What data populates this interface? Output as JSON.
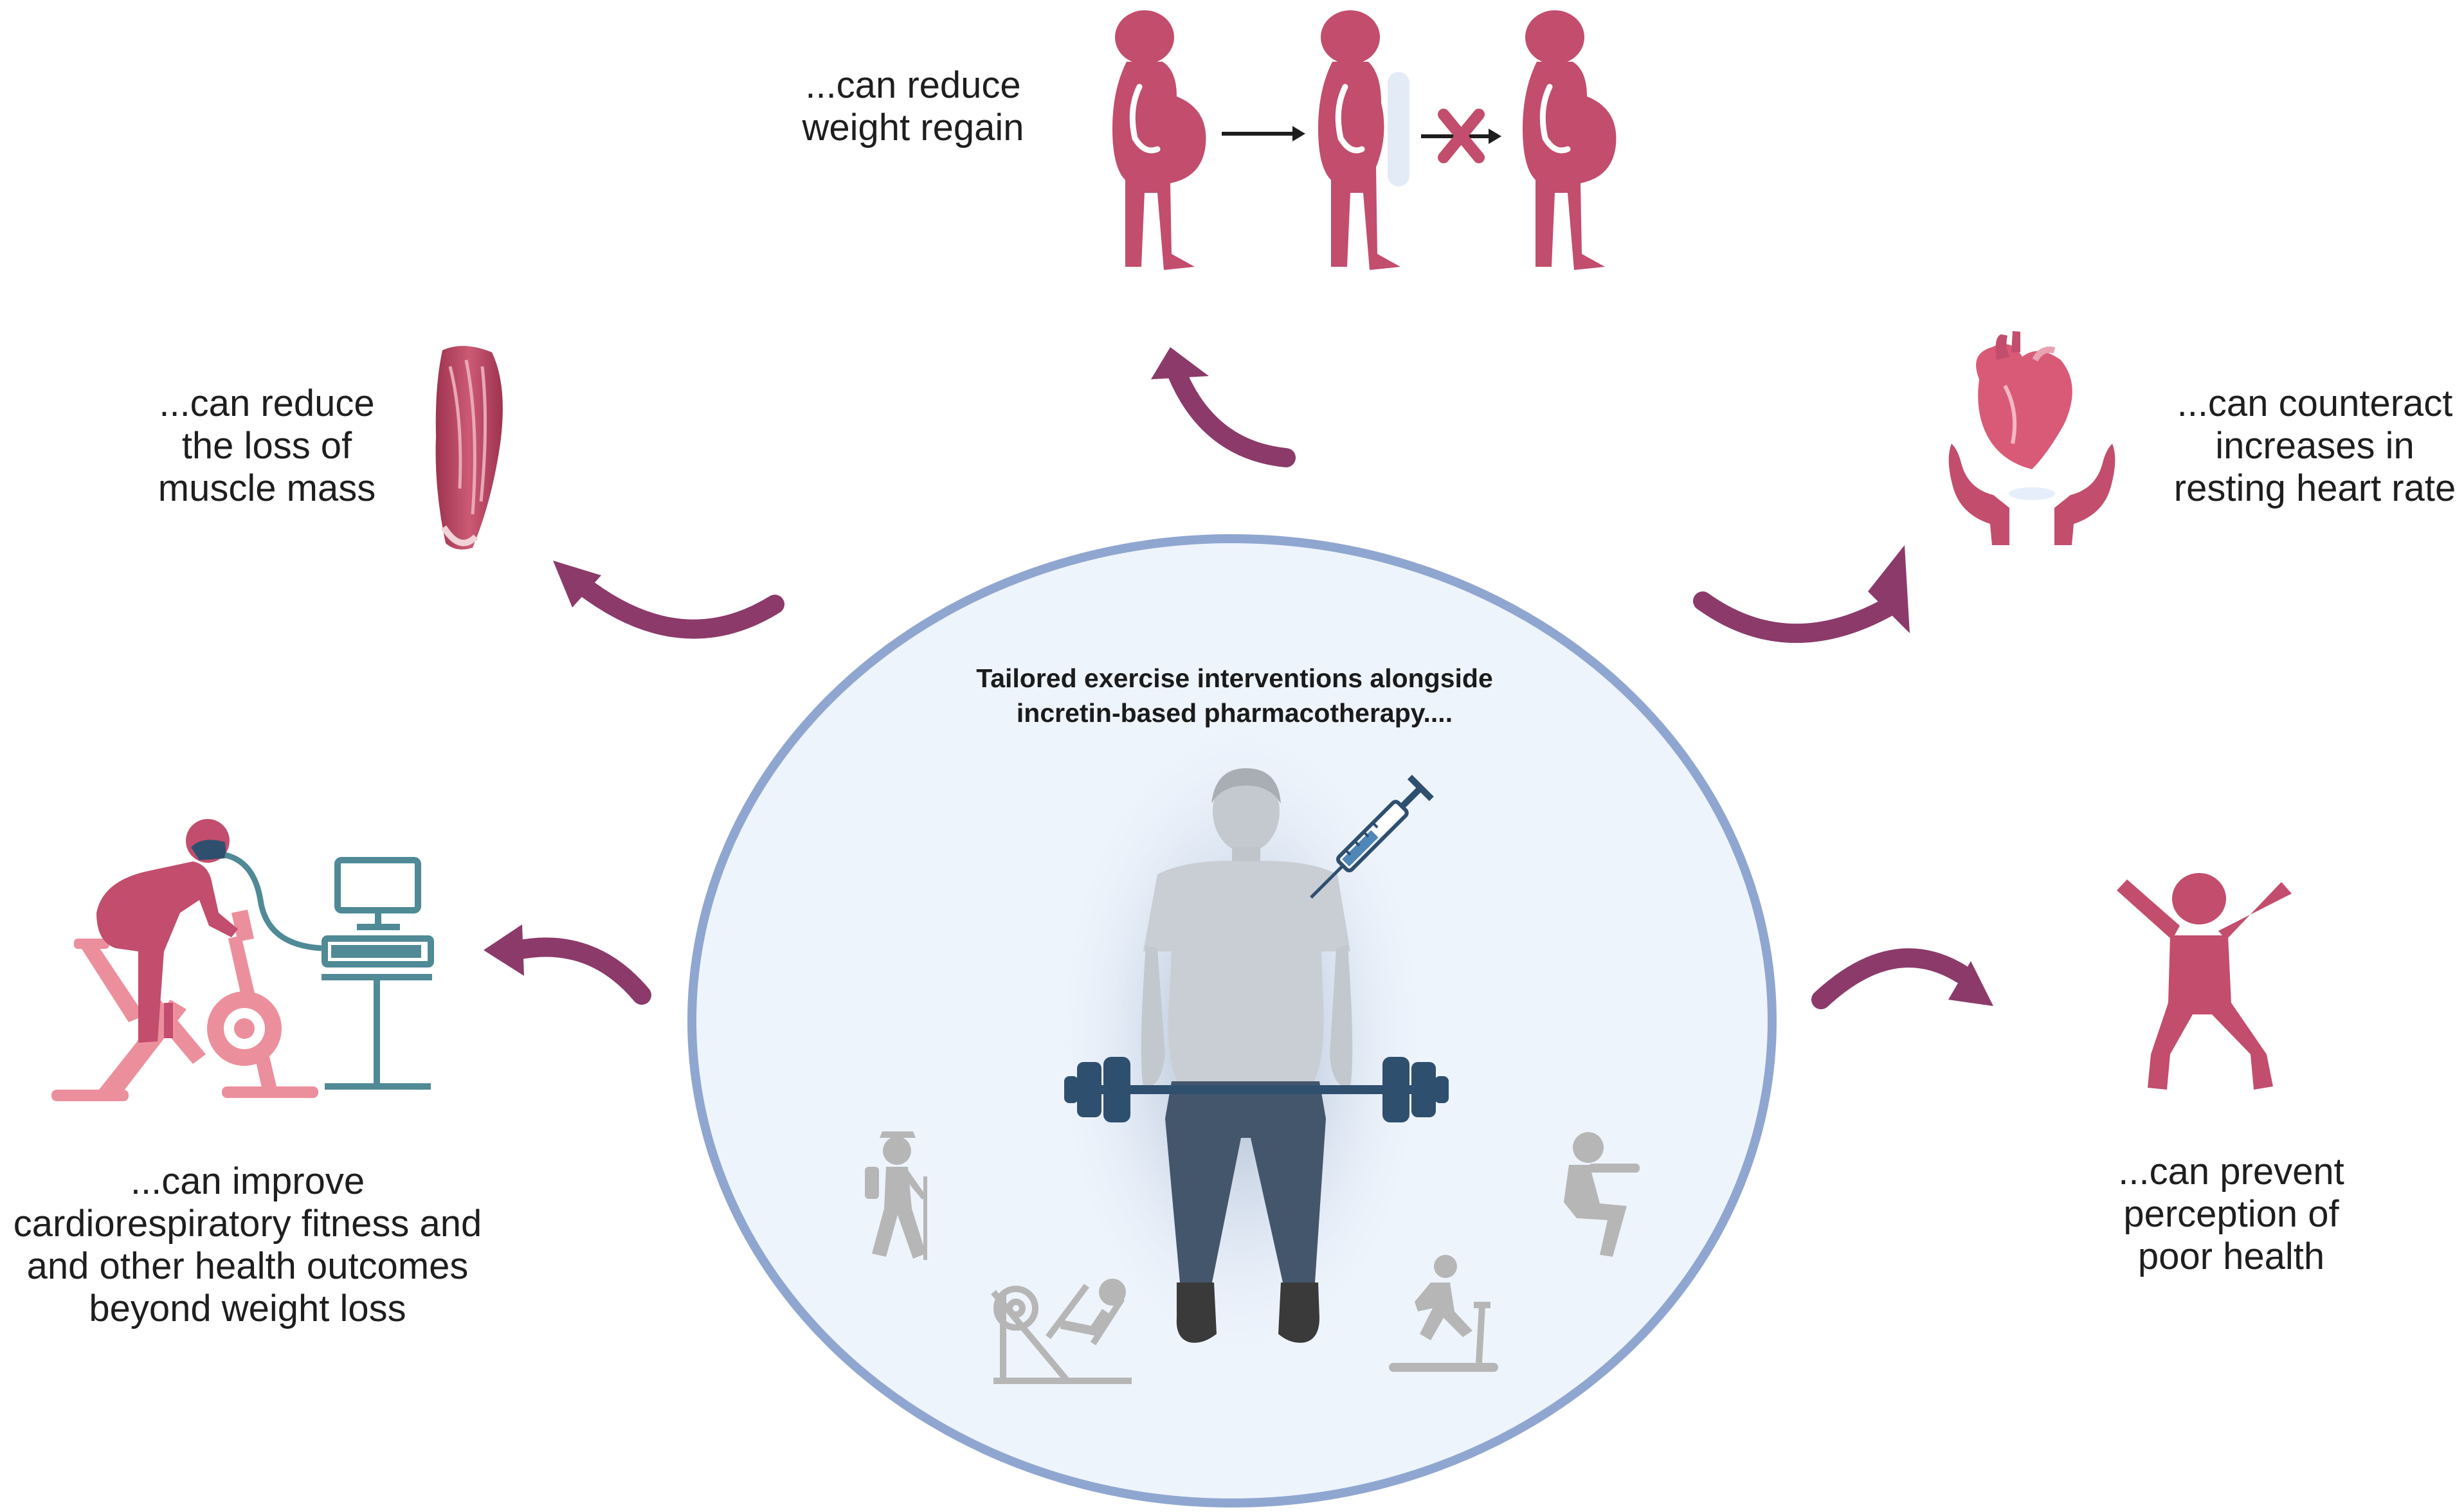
{
  "center": {
    "title_lines": [
      "Tailored exercise interventions alongside",
      "incretin-based pharmacotherapy...."
    ]
  },
  "outcomes": {
    "weight_regain": {
      "lines": [
        "...can reduce",
        "weight regain"
      ],
      "icon": "weight-regain-silhouettes"
    },
    "muscle_mass": {
      "lines": [
        "...can reduce",
        "the loss of",
        "muscle mass"
      ],
      "icon": "muscle-icon"
    },
    "heart_rate": {
      "lines": [
        "...can counteract",
        "increases in",
        "resting heart rate"
      ],
      "icon": "heart-in-hands-icon"
    },
    "fitness": {
      "lines": [
        "...can  improve",
        "cardiorespiratory fitness and",
        "and other health outcomes",
        "beyond weight loss"
      ],
      "icon": "exercise-bike-test-icon"
    },
    "poor_health": {
      "lines": [
        "...can prevent",
        "perception of",
        "poor health"
      ],
      "icon": "jumping-person-icon"
    }
  },
  "colors": {
    "primary": "#c24d6c",
    "arrow": "#8c3a6a",
    "circle_border": "#8fa6d0",
    "circle_fill": "#eef4fc",
    "light_pink": "#ec8f9c",
    "teal": "#4f8a96",
    "barbell": "#2f4f6f",
    "gray_icon": "#b6b6b6"
  }
}
